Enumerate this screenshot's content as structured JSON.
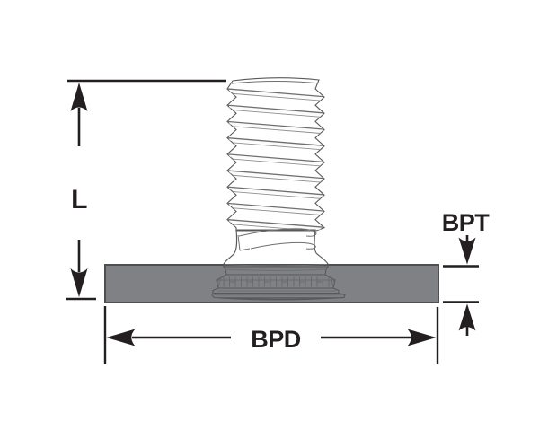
{
  "diagram": {
    "title": "threaded-stud-with-base-plate-dimension-diagram",
    "labels": {
      "length": "L",
      "base_plate_thickness": "BPT",
      "base_plate_diameter": "BPD"
    },
    "colors": {
      "plate_fill": "#808184",
      "plate_outline": "#4d4f52",
      "annotation": "#231f20",
      "stud_light": "#f0f0f0",
      "stud_dark": "#9f9f9f",
      "stud_outline": "#58595b"
    }
  }
}
